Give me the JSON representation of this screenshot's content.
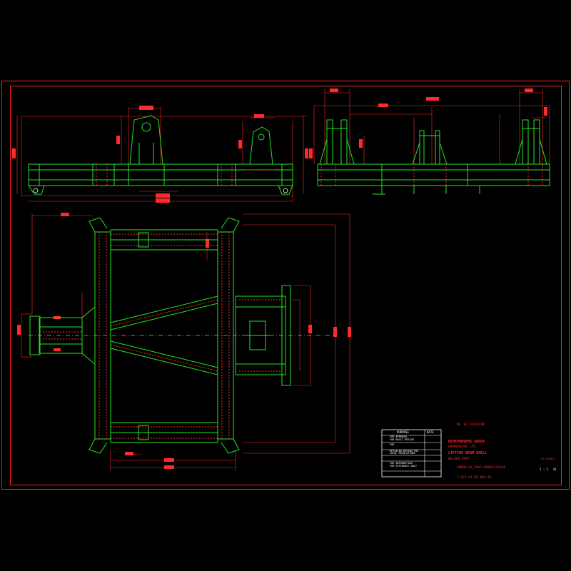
{
  "colors": {
    "background": "#000000",
    "border": "#ff2020",
    "structure": "#22e622",
    "dimension": "#ff2a2a",
    "text_white": "#ffffff",
    "hidden": "#ff3030"
  },
  "title_block": {
    "purpose_header": "PURPOSE",
    "date_header": "DATE",
    "rows": [
      "FOR APPROVAL",
      "FOR BASIC DESIGN",
      "FOR",
      "DETAILED DESIGN FOR",
      "LOCAL REGULATIONS",
      "",
      "FOR INFORMATION",
      "FOR REFERENCE ONLY"
    ],
    "revision_note": "NO. 01. REVISION",
    "company_line1": "DEHEPUWVEHS GROUP",
    "company_line2": "DOPWEUEPSE LTD.",
    "drawing_title_line1": "LIFTING BEAM SHELL",
    "drawing_title_line2": "WELDED PART",
    "drawing_ref": "DRWNO.GS_5041-0DB05/25S04",
    "drawing_number": "L-SEP-A1-DZ-001-01",
    "scale_label": "1 : 1",
    "sheet_size": "A1",
    "right_tag": "D2 04EWCS"
  }
}
